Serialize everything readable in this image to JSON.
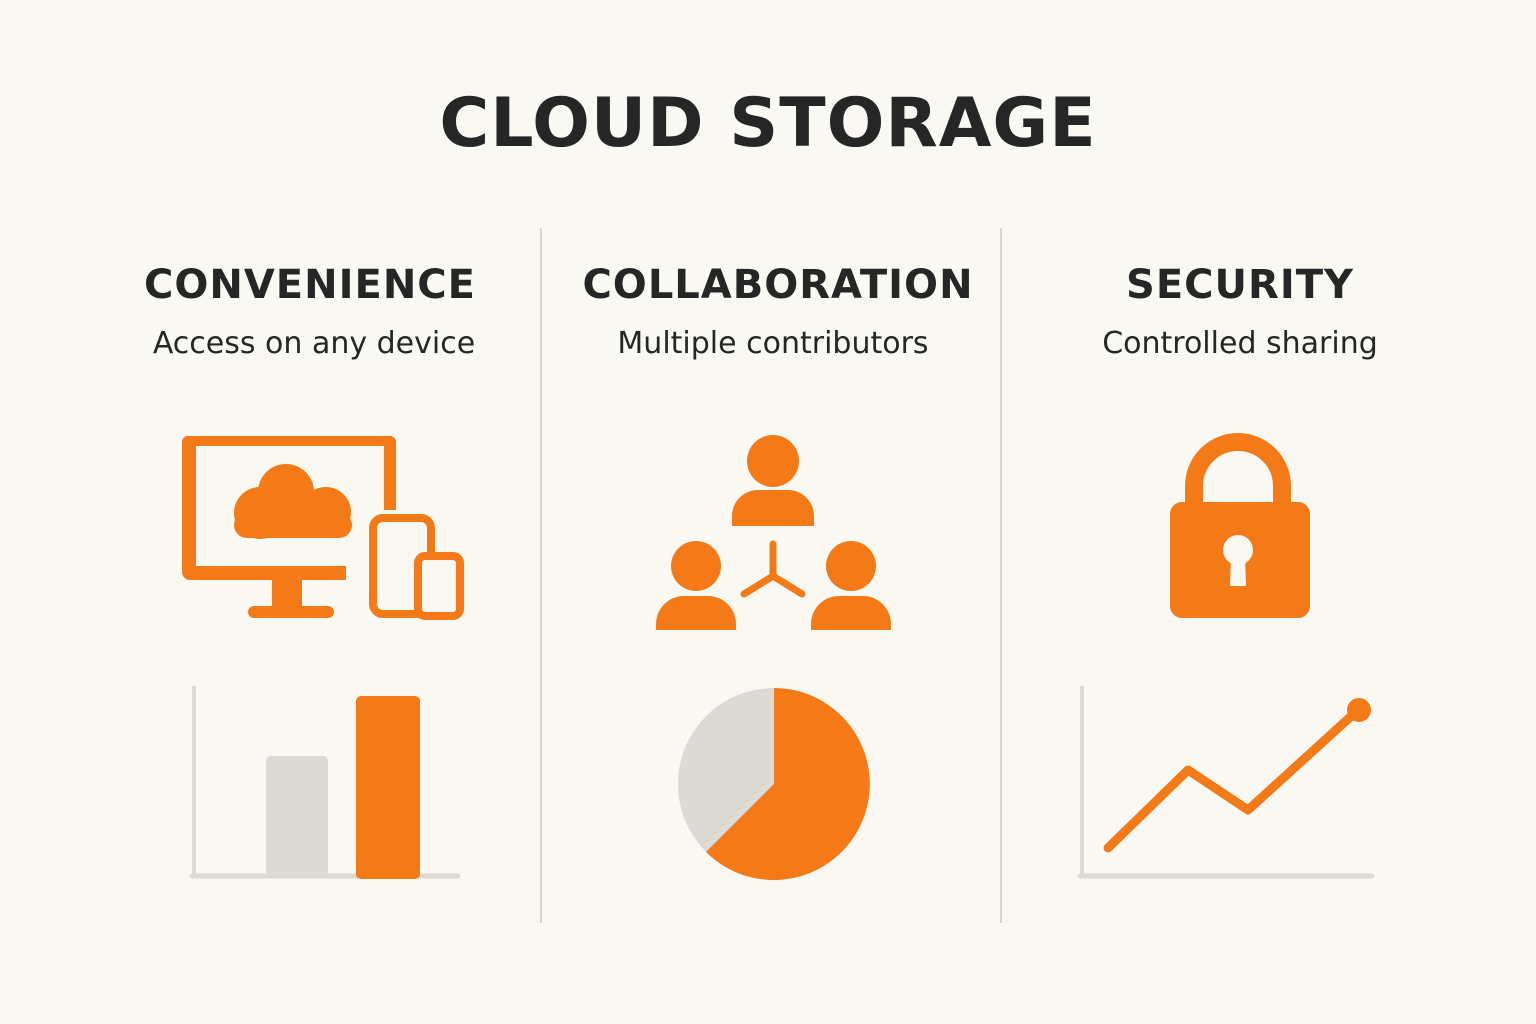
{
  "title": "CLOUD STORAGE",
  "accent_color": "#f47a17",
  "neutral_color": "#dcdad5",
  "columns": [
    {
      "heading": "CONVENIENCE",
      "subtitle": "Access on any device",
      "icon": "devices-cloud-icon",
      "mini_chart": "bar-chart-icon"
    },
    {
      "heading": "COLLABORATION",
      "subtitle": "Multiple contributors",
      "icon": "people-network-icon",
      "mini_chart": "pie-chart-icon"
    },
    {
      "heading": "SECURITY",
      "subtitle": "Controlled sharing",
      "icon": "padlock-icon",
      "mini_chart": "line-chart-icon"
    }
  ]
}
